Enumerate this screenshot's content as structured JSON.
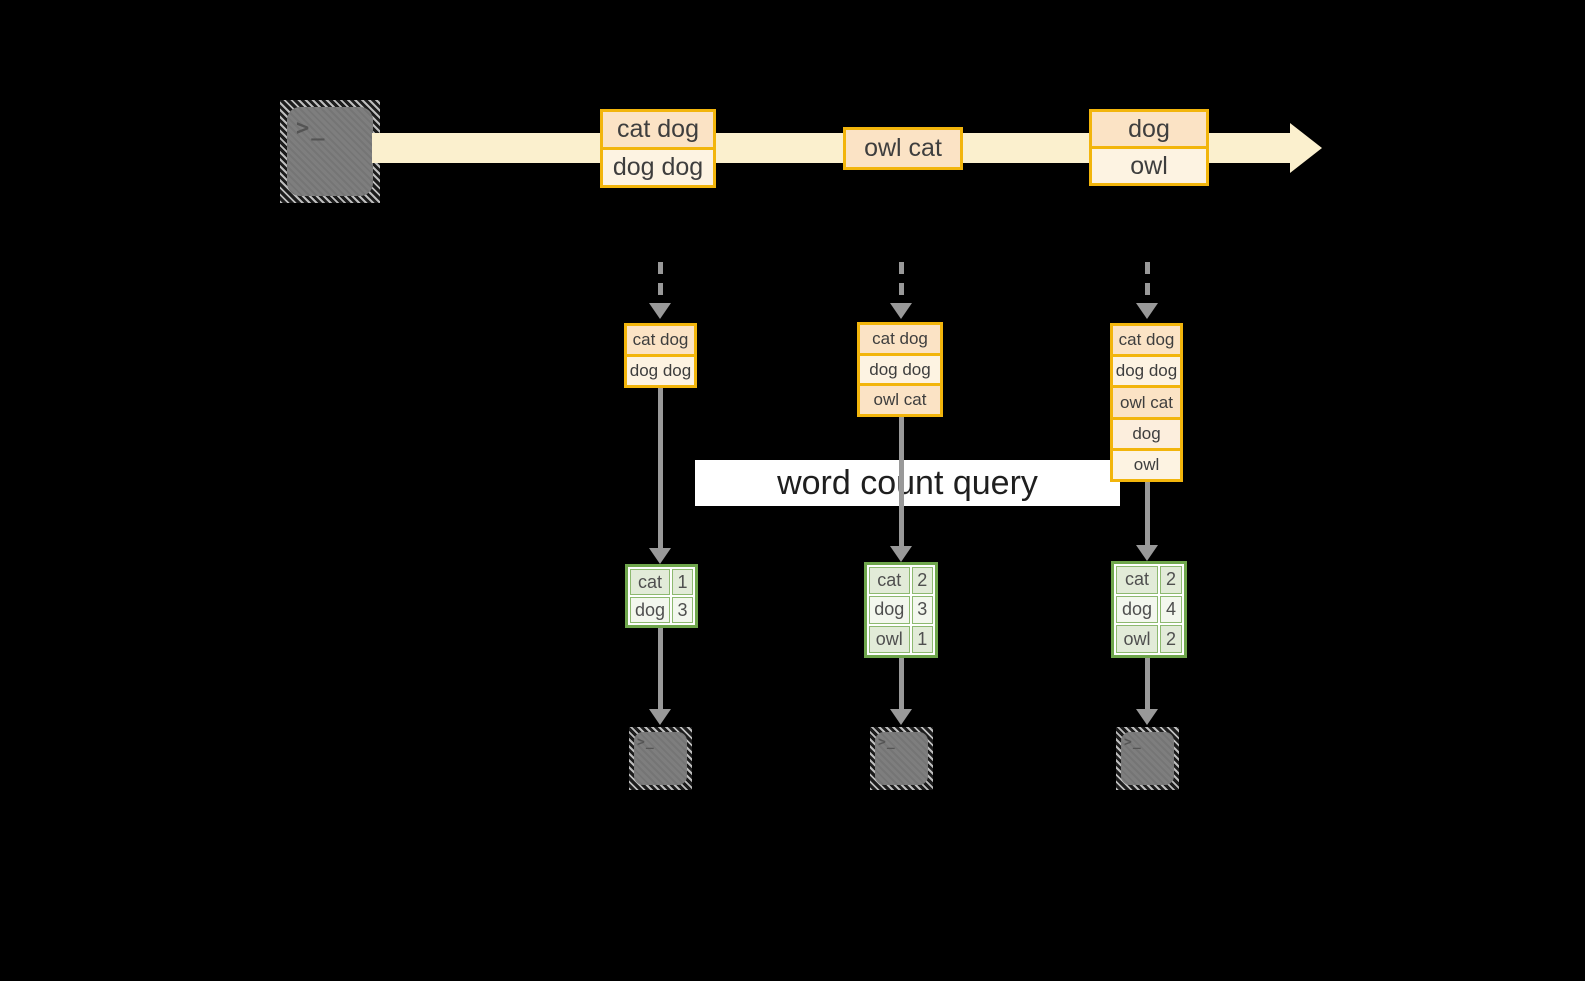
{
  "query_label": "word count query",
  "terminal_prompt": ">_",
  "stream": {
    "batches": [
      {
        "entries": [
          {
            "text": "cat dog"
          },
          {
            "text": "dog dog"
          }
        ]
      },
      {
        "entries": [
          {
            "text": "owl cat"
          }
        ]
      },
      {
        "entries": [
          {
            "text": "dog"
          },
          {
            "text": "owl"
          }
        ]
      }
    ]
  },
  "columns": [
    {
      "input": {
        "rows": [
          {
            "text": "cat dog"
          },
          {
            "text": "dog dog"
          }
        ]
      },
      "result": {
        "rows": [
          {
            "word": "cat",
            "count": "1"
          },
          {
            "word": "dog",
            "count": "3"
          }
        ]
      }
    },
    {
      "input": {
        "rows": [
          {
            "text": "cat dog"
          },
          {
            "text": "dog dog"
          },
          {
            "text": "owl cat"
          }
        ]
      },
      "result": {
        "rows": [
          {
            "word": "cat",
            "count": "2"
          },
          {
            "word": "dog",
            "count": "3"
          },
          {
            "word": "owl",
            "count": "1"
          }
        ]
      }
    },
    {
      "input": {
        "rows": [
          {
            "text": "cat dog"
          },
          {
            "text": "dog dog"
          },
          {
            "text": "owl cat"
          },
          {
            "text": "dog"
          },
          {
            "text": "owl"
          }
        ]
      },
      "result": {
        "rows": [
          {
            "word": "cat",
            "count": "2"
          },
          {
            "word": "dog",
            "count": "4"
          },
          {
            "word": "owl",
            "count": "2"
          }
        ]
      }
    }
  ],
  "colors": {
    "accent_orange": "#F2B50C",
    "fill_peach": "#FBE3C5",
    "fill_cream": "#FDF3E2",
    "stream_band": "#FBF0CE",
    "green_border": "#6FA64C",
    "green_fill_dark": "#E2EBD8",
    "green_fill_light": "#F3F7EE",
    "arrow_gray": "#999999",
    "terminal_gray": "#7E7E7E",
    "label_bg": "#FFFFFF"
  }
}
